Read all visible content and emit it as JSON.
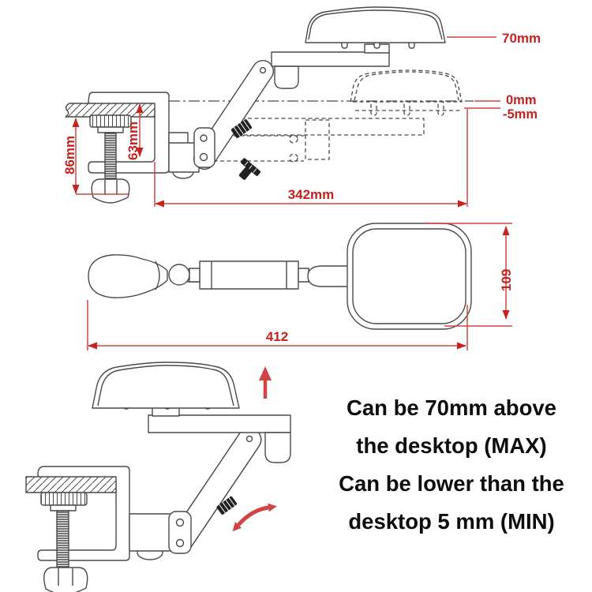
{
  "figure": {
    "kind": "product dimension diagram",
    "subject": "clamp-on adjustable desk armrest"
  },
  "colors": {
    "red_text": "#c5211f",
    "red_line": "#d04543",
    "line_art": "#4a4a4a",
    "black_detail": "#222222",
    "background": "#ffffff"
  },
  "side_view": {
    "labels": {
      "max_raise": "70mm",
      "desk_level": "0mm",
      "below_desk": "-5mm",
      "clamp_opening": "86mm",
      "desk_to_base": "63mm",
      "reach": "342mm"
    }
  },
  "top_view": {
    "labels": {
      "pad_width": "109",
      "total_length": "412"
    }
  },
  "annotation": {
    "line1": "Can be 70mm above",
    "line2": "the desktop (MAX)",
    "line3": "Can be lower than the",
    "line4": "desktop 5 mm (MIN)"
  }
}
